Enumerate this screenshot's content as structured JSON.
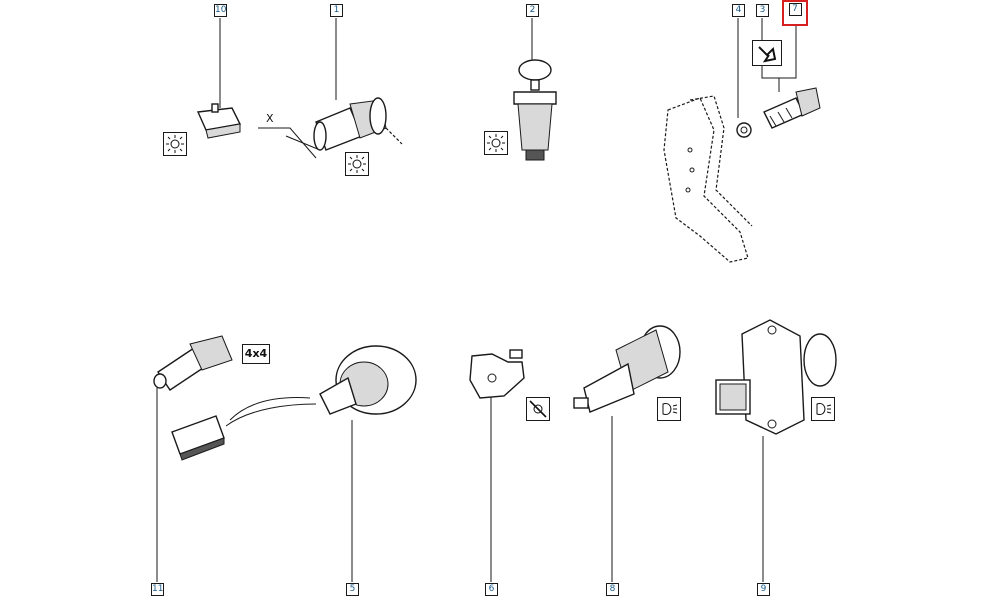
{
  "callouts": [
    {
      "id": "10",
      "label": "10",
      "selected": false
    },
    {
      "id": "1",
      "label": "1",
      "selected": false
    },
    {
      "id": "2",
      "label": "2",
      "selected": false
    },
    {
      "id": "4",
      "label": "4",
      "selected": false
    },
    {
      "id": "3",
      "label": "3",
      "selected": false
    },
    {
      "id": "7",
      "label": "7",
      "selected": true
    },
    {
      "id": "11",
      "label": "11",
      "selected": false
    },
    {
      "id": "5",
      "label": "5",
      "selected": false
    },
    {
      "id": "6",
      "label": "6",
      "selected": false
    },
    {
      "id": "8",
      "label": "8",
      "selected": false
    },
    {
      "id": "9",
      "label": "9",
      "selected": false
    }
  ],
  "badges": {
    "four_by_four": "4x4"
  },
  "notes": {
    "x_mark": "X"
  },
  "icons": [
    "light-bulb-icon",
    "light-bulb-icon",
    "light-bulb-icon",
    "tool-icon",
    "no-light-icon",
    "lamp-icon",
    "lamp-icon"
  ],
  "colors": {
    "selection": "#d62020",
    "callout_text": "#1a5a8a",
    "line": "#1a1a1a"
  }
}
